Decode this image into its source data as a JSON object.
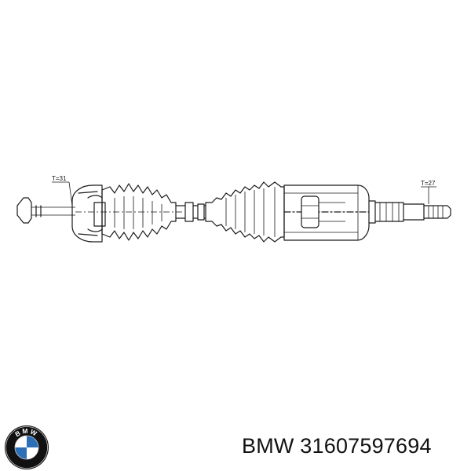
{
  "callouts": {
    "left_teeth": "T=31",
    "right_teeth": "T=27"
  },
  "caption": {
    "brand": "BMW",
    "part_number": "31607597694"
  },
  "logo": {
    "letters": [
      "B",
      "M",
      "W"
    ],
    "colors": {
      "ring": "#111111",
      "blue": "#2c6fb7",
      "white": "#ffffff"
    }
  }
}
